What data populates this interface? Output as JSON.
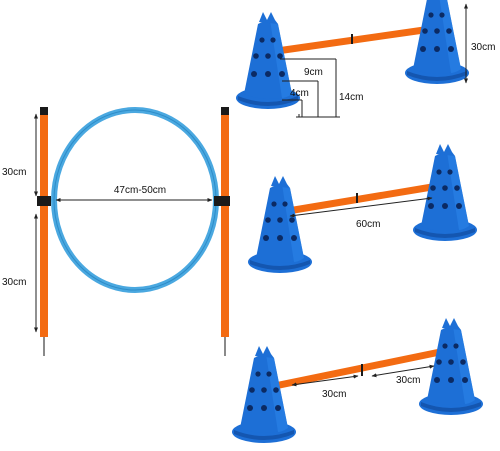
{
  "colors": {
    "cone_blue": "#1d6fd6",
    "cone_blue_dark": "#1456b0",
    "pole_orange": "#f36b12",
    "hoop_blue": "#4aa8e0",
    "clip_black": "#1a1a1a",
    "spike_gray": "#8a8a8a",
    "dimension_line": "#222222"
  },
  "icons": {
    "cone": "cone-icon",
    "pole": "pole-icon",
    "hoop": "hoop-icon",
    "dimension_arrow": "dimension-arrow-icon"
  },
  "labels": {
    "pole_upper_height": "30cm",
    "pole_lower_height": "30cm",
    "hoop_diameter": "47cm-50cm",
    "cone_height": "30cm",
    "hole_spacing_9": "9cm",
    "hole_spacing_4": "4cm",
    "hole_height_14": "14cm",
    "bar_length_60": "60cm",
    "half_bar_left": "30cm",
    "half_bar_right": "30cm"
  }
}
